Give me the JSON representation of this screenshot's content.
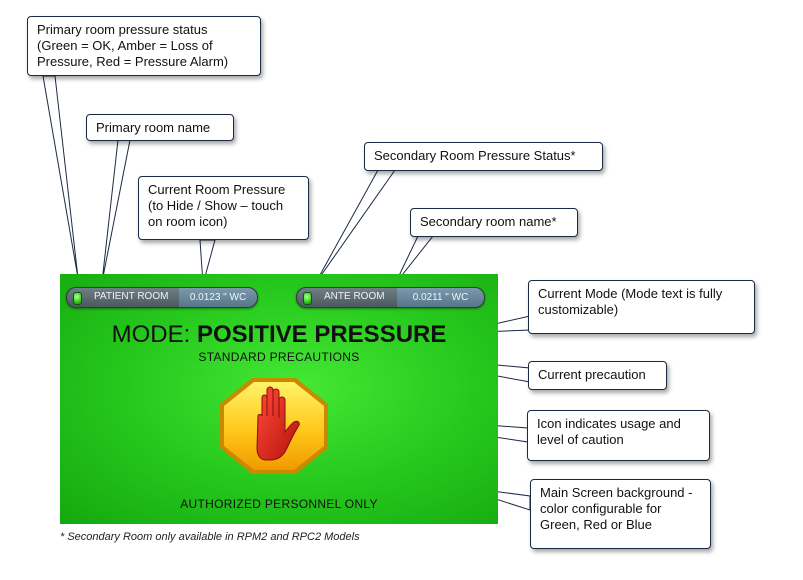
{
  "screen": {
    "primary_room": {
      "name": "PATIENT ROOM",
      "pressure": "0.0123 \" WC",
      "status_color": "#2fd21a"
    },
    "secondary_room": {
      "name": "ANTE ROOM",
      "pressure": "0.0211 \" WC",
      "status_color": "#2fd21a"
    },
    "mode_prefix": "MODE:",
    "mode_value": "POSITIVE PRESSURE",
    "precaution": "STANDARD PRECAUTIONS",
    "icon": "stop-hand-icon",
    "footer": "AUTHORIZED PERSONNEL ONLY",
    "background_color": "#29cc1f"
  },
  "callouts": {
    "primary_status": "Primary room pressure status (Green = OK, Amber = Loss of Pressure, Red = Pressure Alarm)",
    "primary_name": "Primary room name",
    "current_pressure": "Current Room Pressure (to Hide / Show – touch on room icon)",
    "secondary_status": "Secondary Room Pressure Status*",
    "secondary_name": "Secondary room name*",
    "current_mode": "Current Mode (Mode text is fully customizable)",
    "current_precaution": "Current precaution",
    "icon_usage": "Icon indicates usage and level of caution",
    "background": "Main Screen background - color configurable for Green, Red or Blue"
  },
  "footnote": "* Secondary Room only available in RPM2 and RPC2 Models"
}
